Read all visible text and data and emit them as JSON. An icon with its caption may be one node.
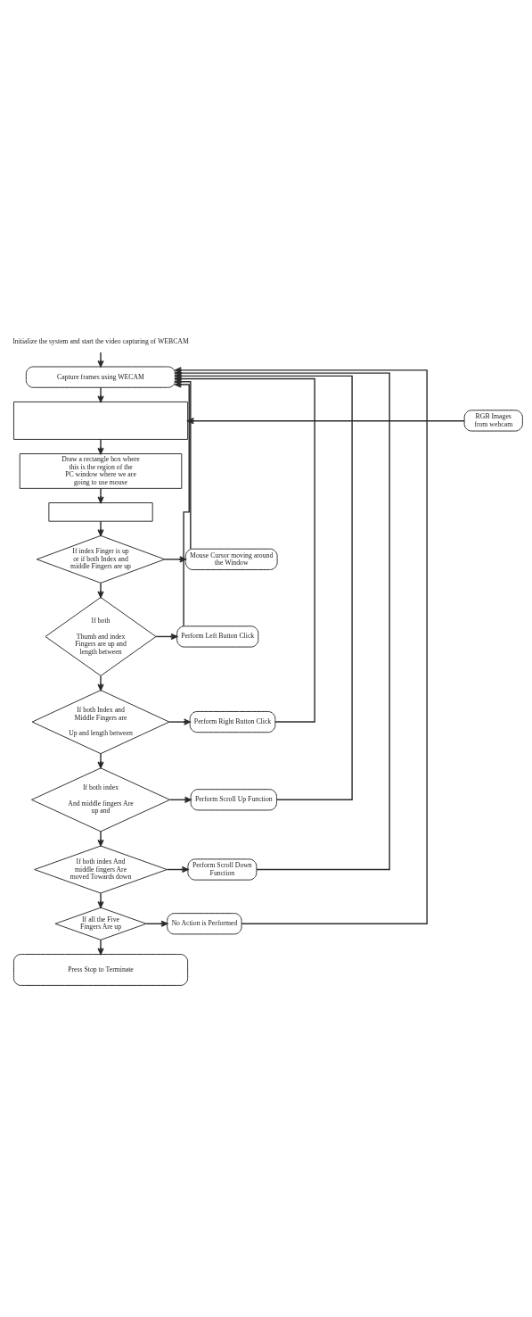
{
  "diagram": {
    "nodes": [
      {
        "text": [
          "Initialize the system and start the video capturing of WEBCAM"
        ]
      },
      {
        "text": [
          "Capture frames using WECAM"
        ]
      },
      {
        "text": [],
        "shape": "box"
      },
      {
        "text": [
          "RGB Images from webcam"
        ]
      },
      {
        "text": [
          "Draw a rectangle box where this is the region of the PC window where we are going to use mouse"
        ]
      },
      {
        "text": [],
        "shape": "box"
      },
      {
        "text": [
          "If index Finger is up or if both Index and middle Fingers are up"
        ]
      },
      {
        "text": [
          "Mouse Cursor moving around the Window"
        ]
      },
      {
        "text": [
          "If both",
          "Thumb and index Fingers are up and length between"
        ]
      },
      {
        "text": [
          "Perform Left Button Click"
        ]
      },
      {
        "text": [
          "If both Index and Middle Fingers are",
          "Up and length between"
        ]
      },
      {
        "text": [
          "Perform Right Button Click"
        ]
      },
      {
        "text": [
          "If both index",
          "And middle fingers Are up and"
        ]
      },
      {
        "text": [
          "Perform Scroll Up Function"
        ]
      },
      {
        "text": [
          "If both index And middle fingers Are moved Towards down"
        ]
      },
      {
        "text": [
          "Perform Scroll Down Function"
        ]
      },
      {
        "text": [
          "If all the Five Fingers Are up"
        ]
      },
      {
        "text": [
          "No Action is Performed"
        ]
      },
      {
        "text": [
          "Press Stop to Terminate"
        ]
      }
    ],
    "edges": [
      {
        "from": 0,
        "to": 1,
        "arrow": "to"
      },
      {
        "from": 1,
        "to": 2,
        "arrow": "to"
      },
      {
        "from": 3,
        "to": 2,
        "arrow": "to"
      },
      {
        "from": 2,
        "to": 4,
        "arrow": "to"
      },
      {
        "from": 4,
        "to": 5,
        "arrow": "to"
      },
      {
        "from": 5,
        "to": 6,
        "arrow": "to"
      },
      {
        "from": 6,
        "to": 7,
        "arrow": "to"
      },
      {
        "from": 6,
        "to": 8,
        "arrow": "to"
      },
      {
        "from": 8,
        "to": 9,
        "arrow": "to"
      },
      {
        "from": 8,
        "to": 10,
        "arrow": "to"
      },
      {
        "from": 10,
        "to": 11,
        "arrow": "to"
      },
      {
        "from": 10,
        "to": 12,
        "arrow": "to"
      },
      {
        "from": 12,
        "to": 13,
        "arrow": "to"
      },
      {
        "from": 12,
        "to": 14,
        "arrow": "to"
      },
      {
        "from": 14,
        "to": 15,
        "arrow": "to"
      },
      {
        "from": 14,
        "to": 16,
        "arrow": "to"
      },
      {
        "from": 16,
        "to": 17,
        "arrow": "to"
      },
      {
        "from": 16,
        "to": 18,
        "arrow": "to"
      },
      {
        "from": 7,
        "to": 1,
        "arrow": "to"
      },
      {
        "from": 9,
        "to": 1,
        "arrow": "to"
      },
      {
        "from": 11,
        "to": 1,
        "arrow": "to"
      },
      {
        "from": 13,
        "to": 1,
        "arrow": "to"
      },
      {
        "from": 15,
        "to": 1,
        "arrow": "to"
      },
      {
        "from": 17,
        "to": 1,
        "arrow": "to"
      }
    ]
  }
}
